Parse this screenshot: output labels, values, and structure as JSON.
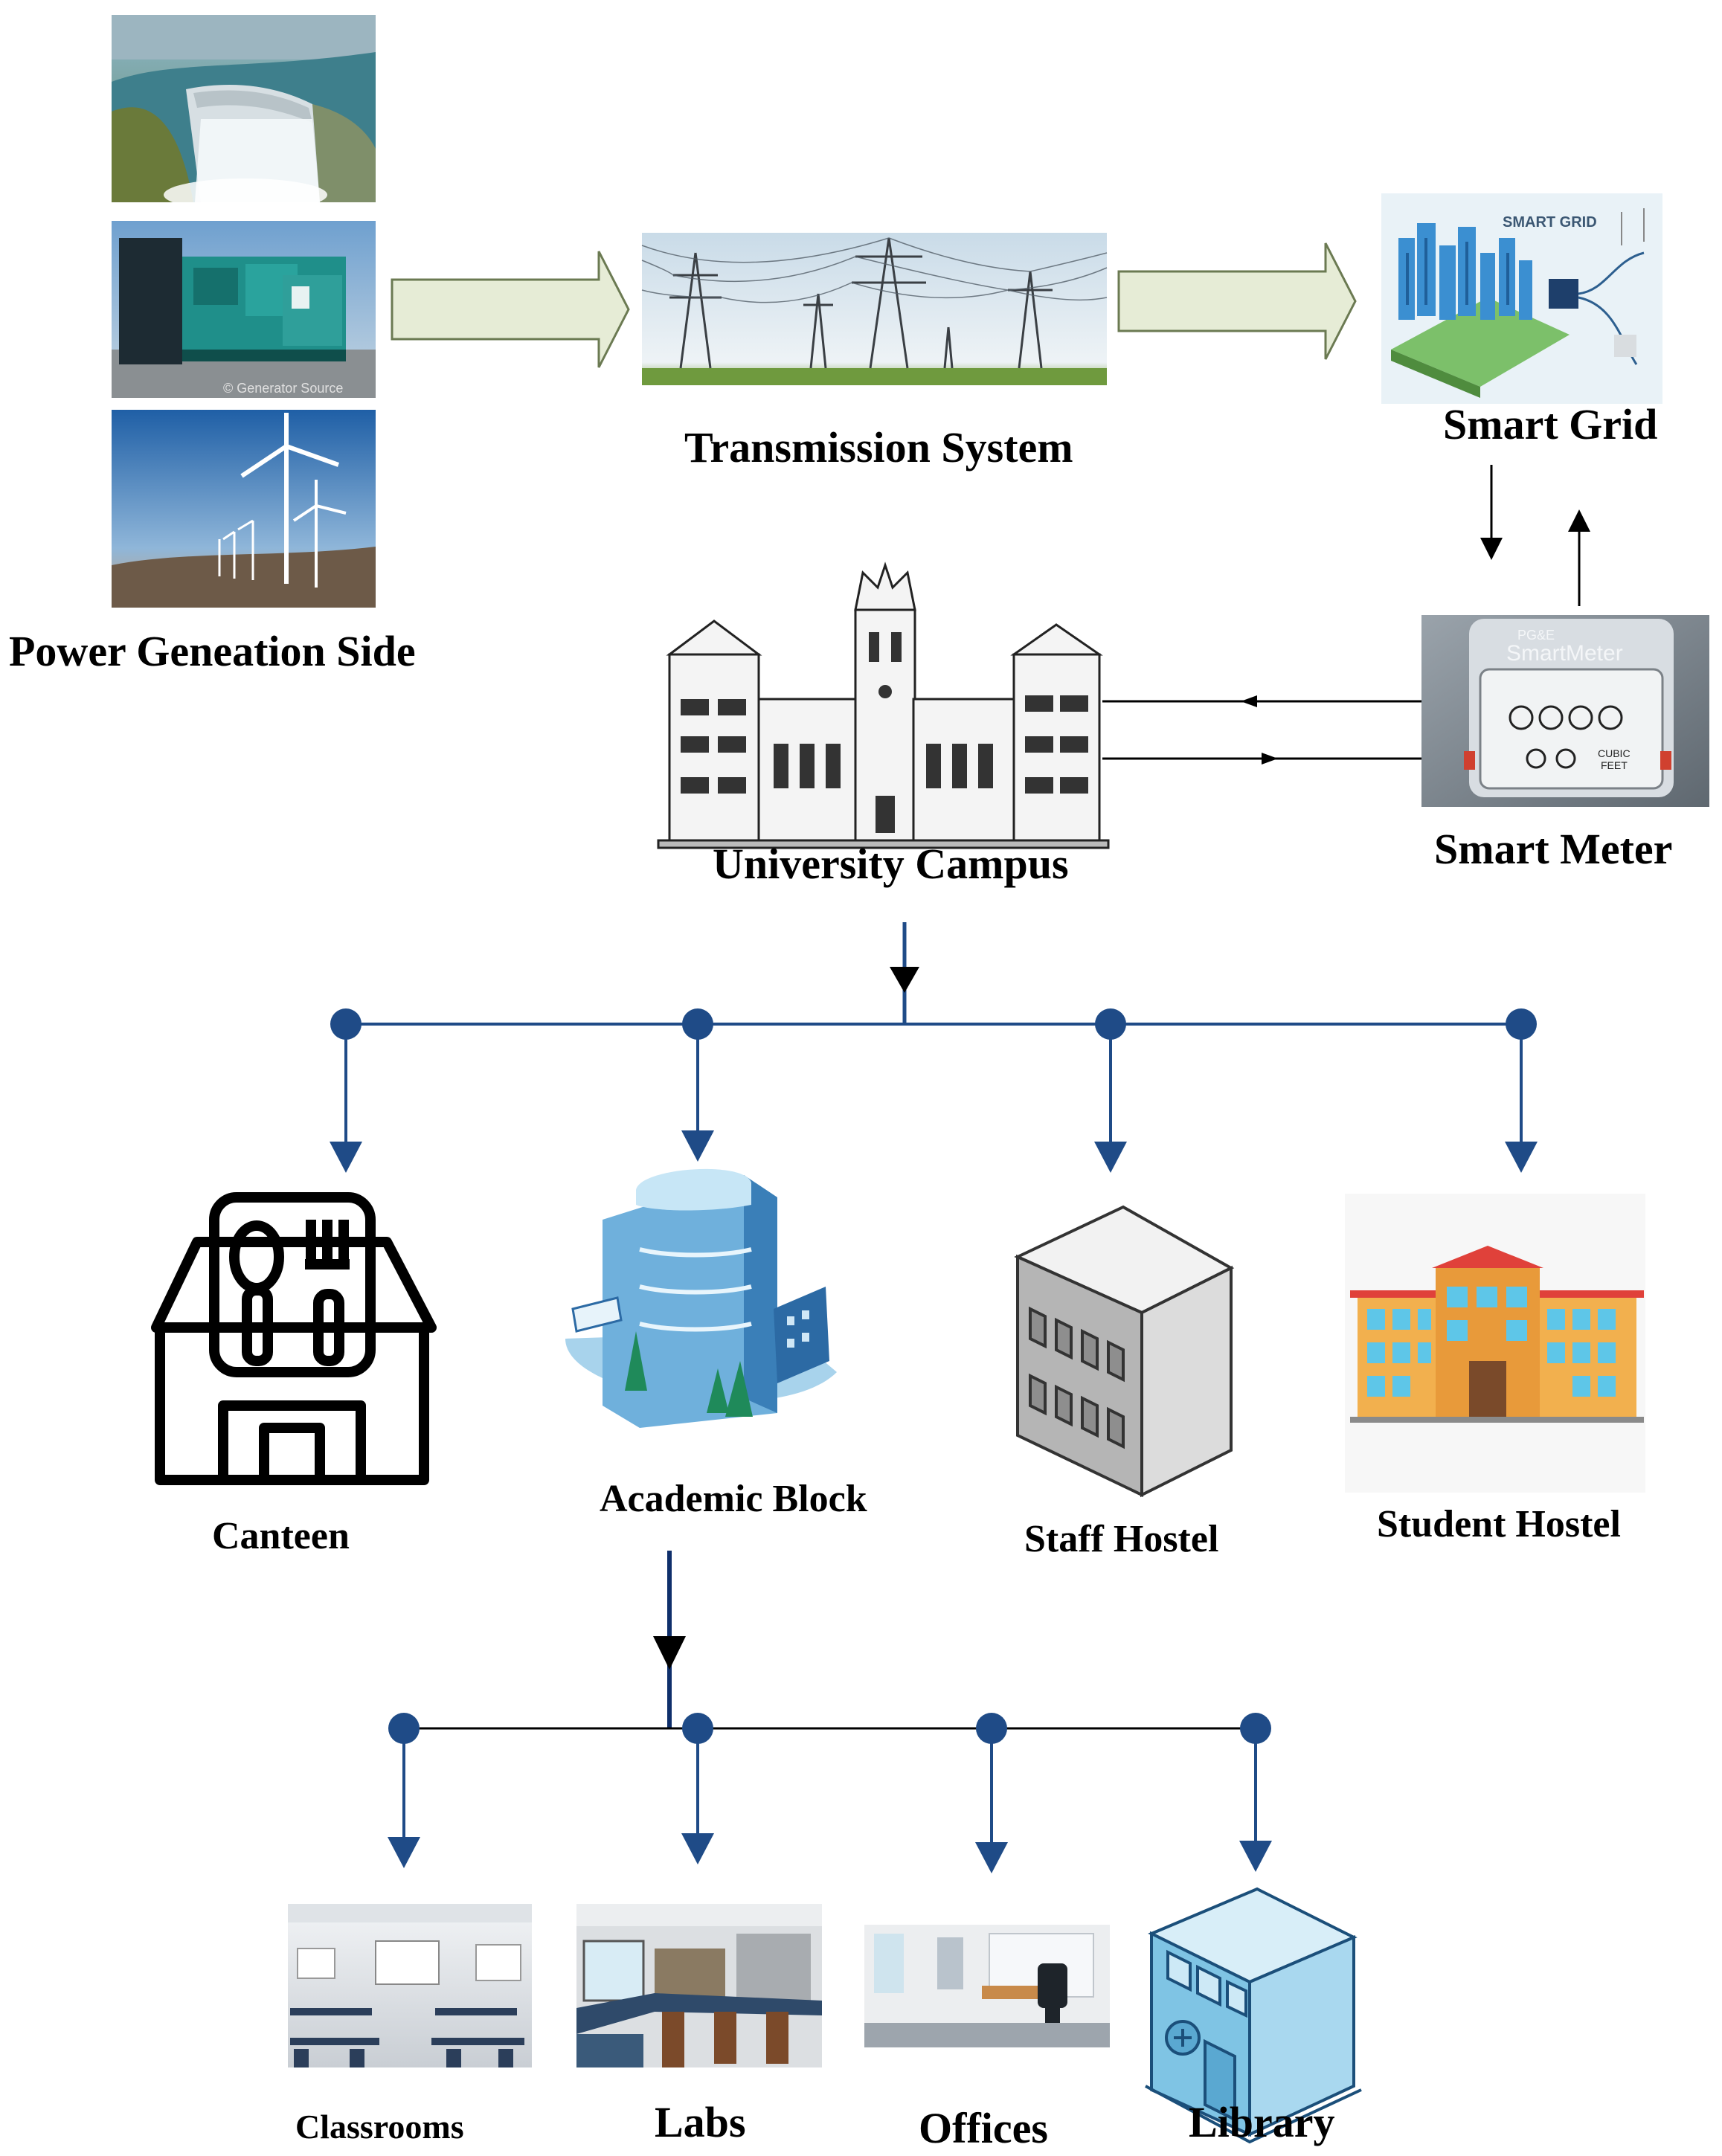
{
  "labels": {
    "power_generation": "Power Geneation Side",
    "transmission": "Transmission System",
    "smart_grid": "Smart Grid",
    "smart_meter": "Smart Meter",
    "university_campus": "University Campus",
    "canteen": "Canteen",
    "academic_block": "Academic Block",
    "staff_hostel": "Staff Hostel",
    "student_hostel": "Student Hostel",
    "classrooms": "Classrooms",
    "labs": "Labs",
    "offices": "Offices",
    "library": "Library"
  },
  "image_text": {
    "generator_watermark": "© Generator Source",
    "smart_grid_caption": "SMART GRID",
    "meter_brand": "PG&E",
    "meter_model": "SmartMeter",
    "meter_cubic": "CUBIC",
    "meter_feet": "FEET"
  },
  "colors": {
    "bus_blue": "#1f4b87",
    "arrow_fill": "#e6ecd6",
    "arrow_stroke": "#6b7a52"
  }
}
